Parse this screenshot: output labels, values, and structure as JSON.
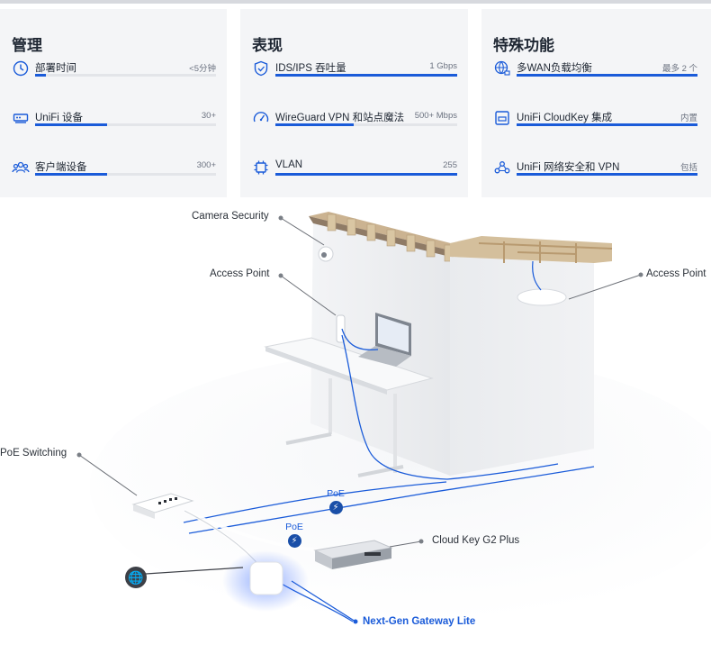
{
  "panels": [
    {
      "title": "管理",
      "rows": [
        {
          "icon": "clock-icon",
          "label": "部署时间",
          "value": "<5分钟",
          "fill": 0.06
        },
        {
          "icon": "device-icon",
          "label": "UniFi 设备",
          "value": "30+",
          "fill": 0.4
        },
        {
          "icon": "users-icon",
          "label": "客户端设备",
          "value": "300+",
          "fill": 0.4
        }
      ]
    },
    {
      "title": "表现",
      "rows": [
        {
          "icon": "shield-icon",
          "label": "IDS/IPS 吞吐量",
          "value": "1 Gbps",
          "fill": 1.0
        },
        {
          "icon": "gauge-icon",
          "label": "WireGuard VPN 和站点魔法",
          "value": "500+ Mbps",
          "fill": 0.43
        },
        {
          "icon": "chip-icon",
          "label": "VLAN",
          "value": "255",
          "fill": 1.0
        }
      ]
    },
    {
      "title": "特殊功能",
      "rows": [
        {
          "icon": "globe-network-icon",
          "label": "多WAN负载均衡",
          "value": "最多 2 个",
          "fill": 1.0
        },
        {
          "icon": "cloudkey-icon",
          "label": "UniFi CloudKey 集成",
          "value": "内置",
          "fill": 1.0
        },
        {
          "icon": "network-security-icon",
          "label": "UniFi 网络安全和 VPN",
          "value": "包括",
          "fill": 1.0
        }
      ]
    }
  ],
  "diagram": {
    "labels": {
      "camera": "Camera Security",
      "ap_left": "Access Point",
      "ap_right": "Access Point",
      "poe_switching": "PoE Switching",
      "cloud_key": "Cloud Key G2 Plus",
      "gateway": "Next-Gen Gateway Lite",
      "poe_1": "PoE",
      "poe_2": "PoE"
    },
    "accent": "#1a5bd9"
  }
}
